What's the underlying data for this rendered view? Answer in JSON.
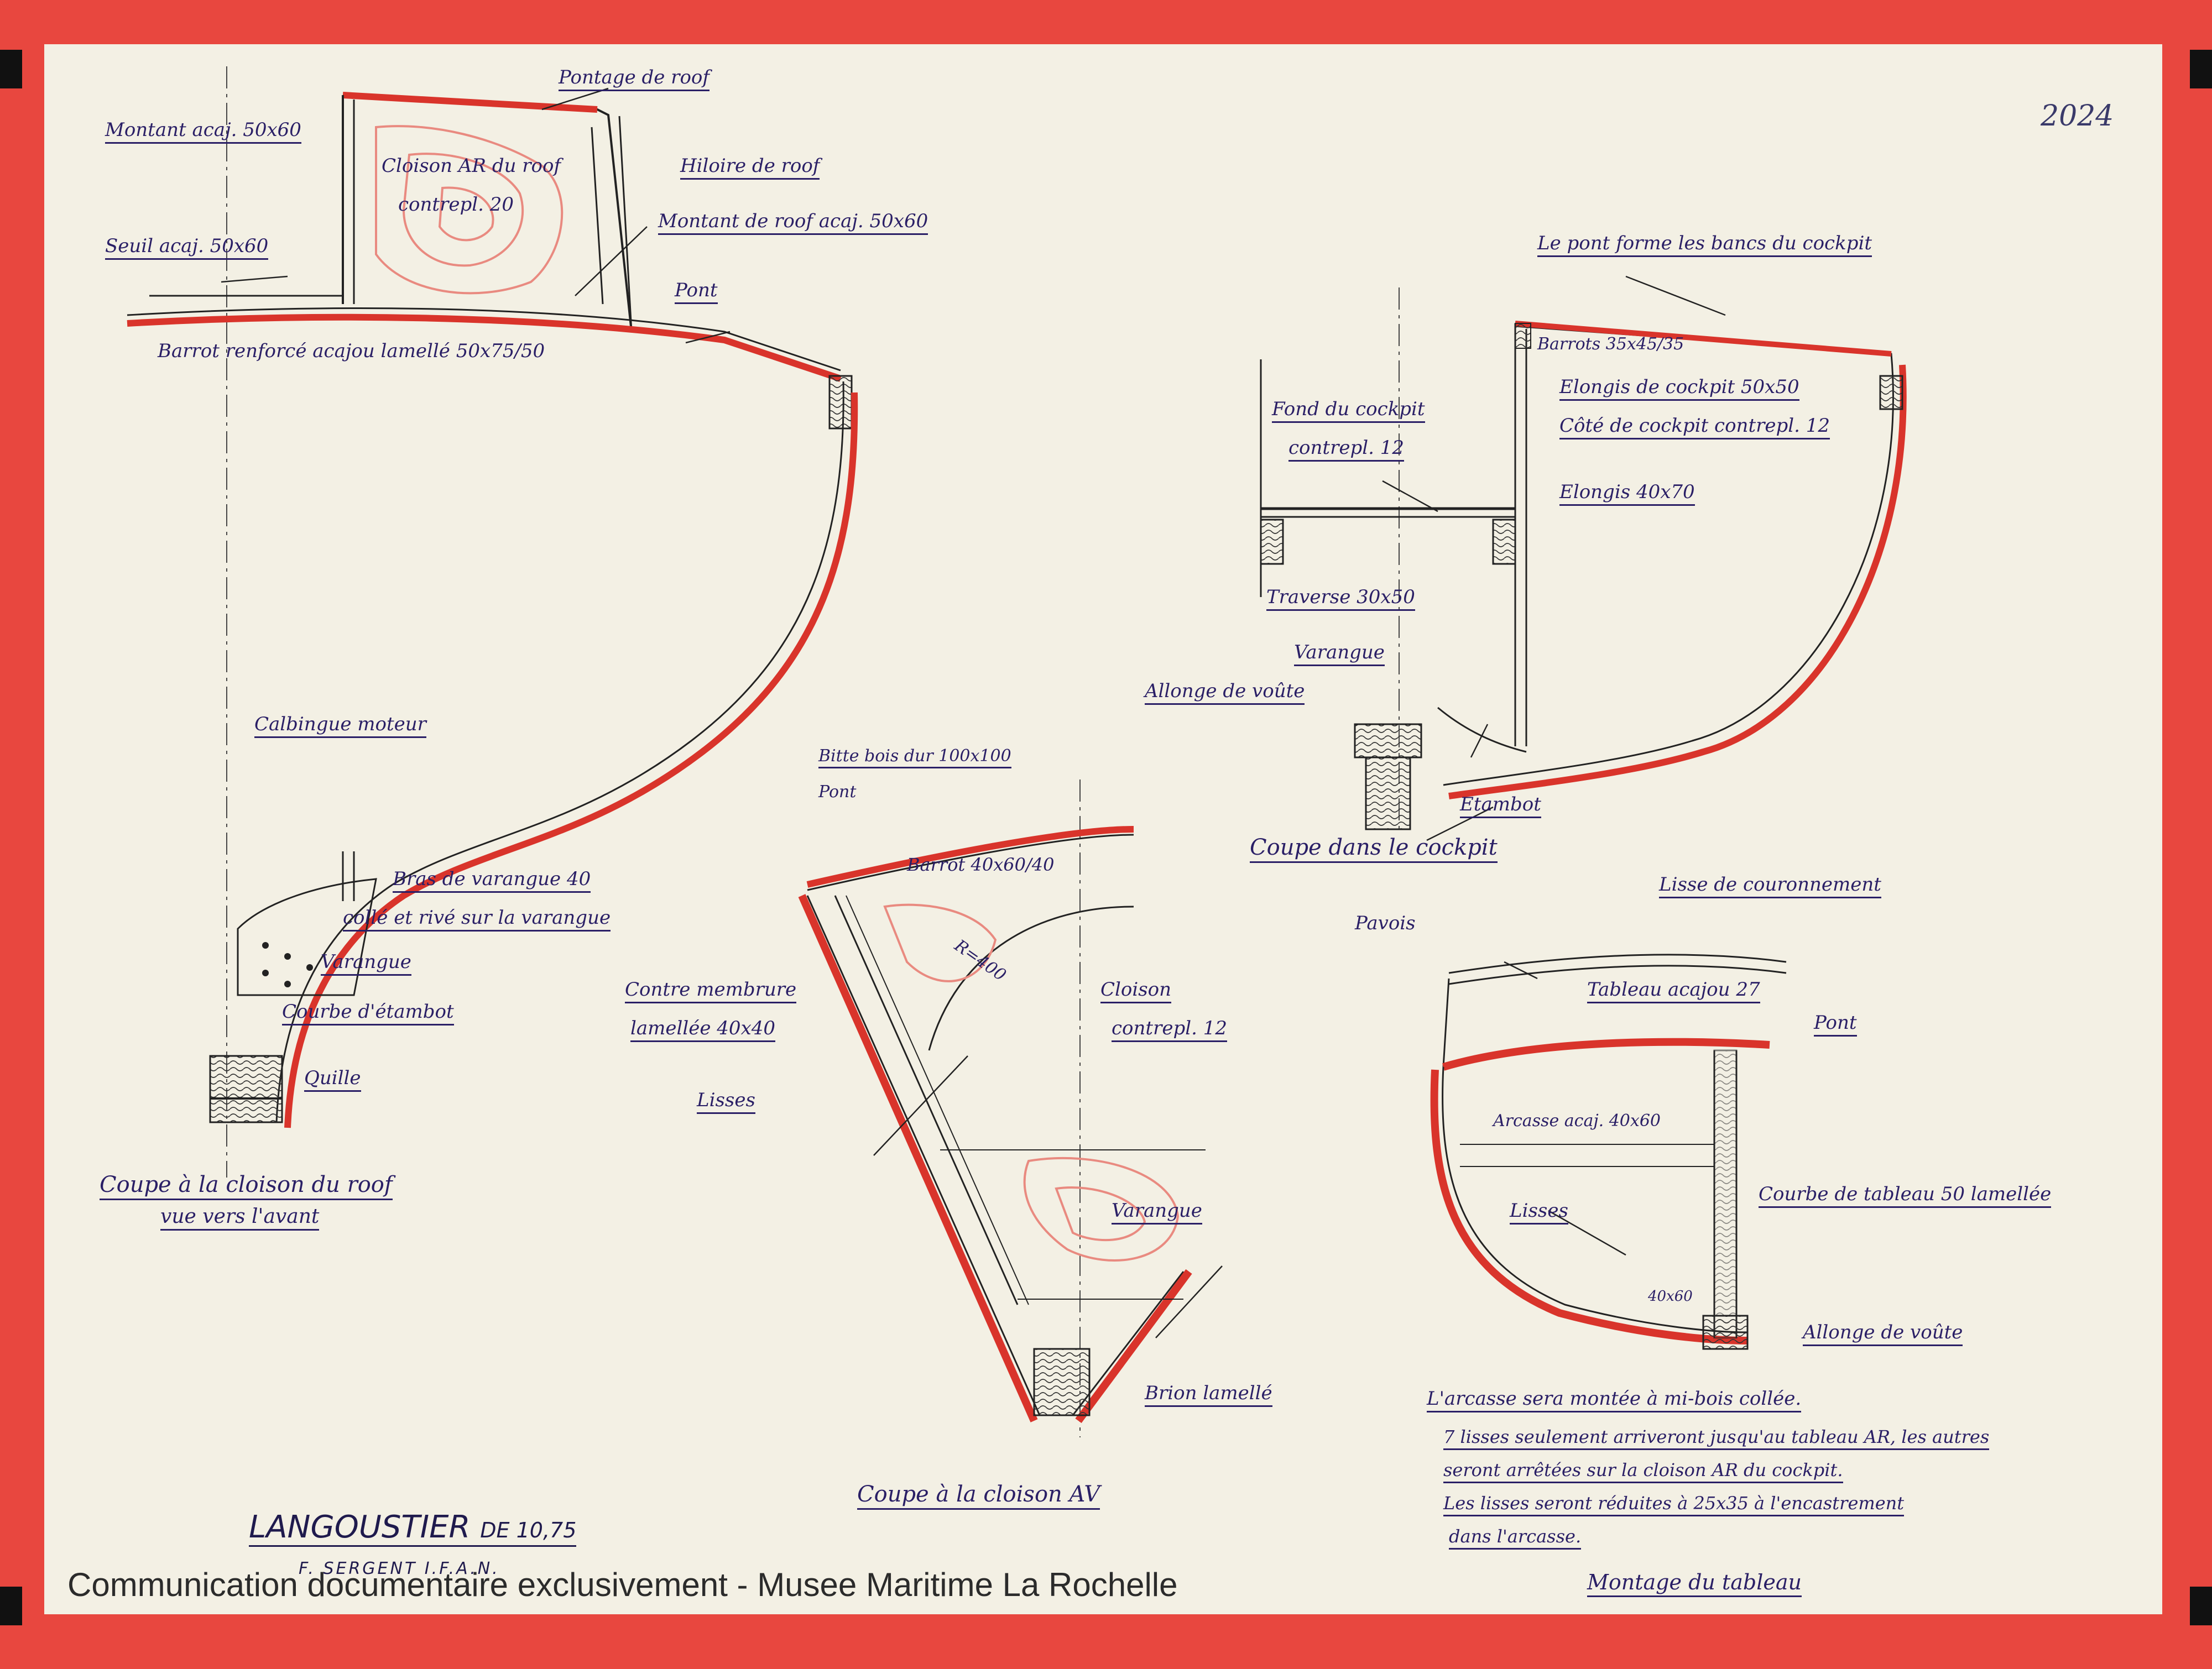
{
  "reference_number": "2024",
  "footer_note": "Communication documentaire exclusivement - Musee Maritime La Rochelle",
  "title": {
    "boat": "LANGOUSTIER",
    "size": "DE 10,75",
    "author": "F. SERGENT I.F.A.N."
  },
  "colors": {
    "frame": "#e8473f",
    "paper": "#f3f0e4",
    "ink": "#2a1f66",
    "hull_red": "#d9342b",
    "hatch_pink": "#e98a80"
  },
  "sections": {
    "roof": {
      "caption_1": "Coupe à la cloison du roof",
      "caption_2": "vue vers l'avant",
      "labels": [
        "Pontage de roof",
        "Montant acaj. 50x60",
        "Cloison AR du roof",
        "contrepl. 20",
        "Hiloire de roof",
        "Montant de roof acaj. 50x60",
        "Seuil acaj. 50x60",
        "Pont",
        "Barrot renforcé acajou lamellé 50x75/50",
        "Calbingue moteur",
        "Bras de varangue 40",
        "collé et rivé sur la varangue",
        "Varangue",
        "Courbe d'étambot",
        "Quille"
      ]
    },
    "cockpit": {
      "caption": "Coupe dans le cockpit",
      "labels": [
        "Le pont forme les bancs du cockpit",
        "Barrots 35x45/35",
        "Elongis de cockpit 50x50",
        "Côté de cockpit contrepl. 12",
        "Fond du cockpit",
        "contrepl. 12",
        "Elongis 40x70",
        "Traverse 30x50",
        "Varangue",
        "Allonge de voûte",
        "Etambot"
      ]
    },
    "bow": {
      "caption": "Coupe à la cloison AV",
      "labels": [
        "Bitte bois dur 100x100",
        "Pont",
        "Barrot 40x60/40",
        "R=400",
        "Contre membrure",
        "lamellée 40x40",
        "Cloison",
        "contrepl. 12",
        "Lisses",
        "Varangue",
        "Brion lamellé"
      ]
    },
    "transom": {
      "caption": "Montage du tableau",
      "labels": [
        "Lisse de couronnement",
        "Pavois",
        "Tableau acajou 27",
        "Pont",
        "Arcasse acaj. 40x60",
        "Lisses",
        "Courbe de tableau 50 lamellée",
        "40x60",
        "Allonge de voûte"
      ],
      "notes": [
        "L'arcasse sera montée à mi-bois collée.",
        "7 lisses seulement arriveront jusqu'au tableau AR, les autres",
        "seront arrêtées sur la cloison AR du cockpit.",
        "Les lisses seront réduites à 25x35 à l'encastrement",
        "dans l'arcasse."
      ]
    }
  }
}
